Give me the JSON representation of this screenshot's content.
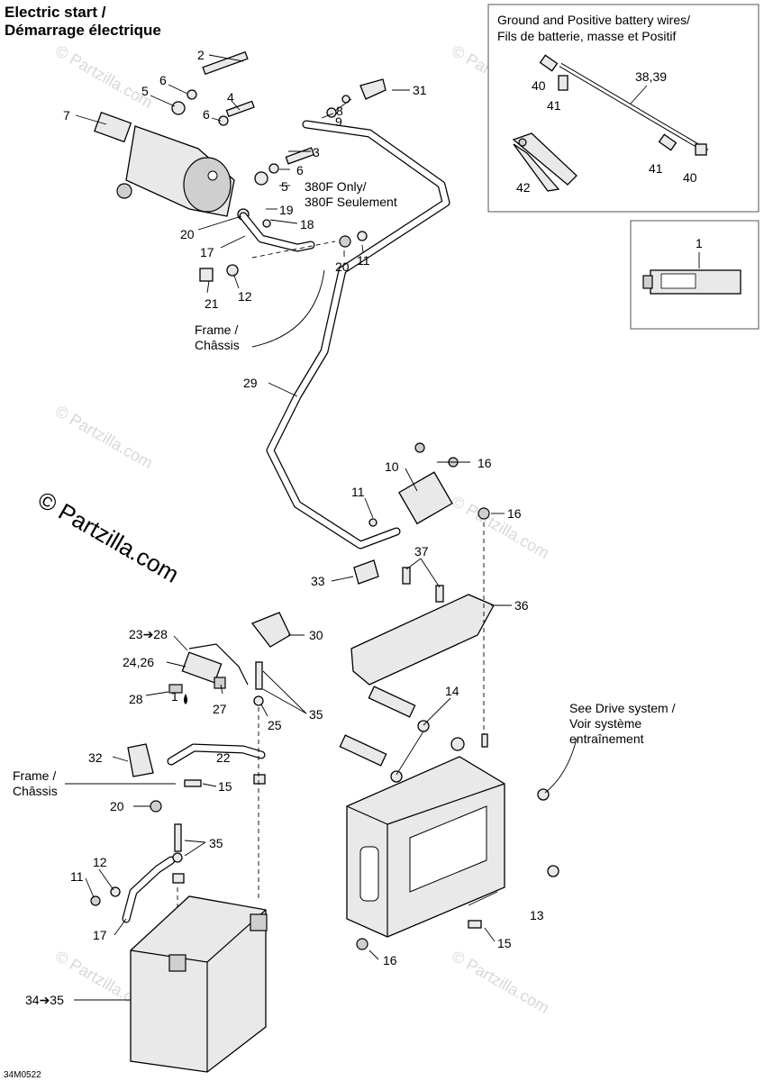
{
  "title_en": "Electric start /",
  "title_fr": "Démarrage électrique",
  "inset_title_en": "Ground and Positive battery wires/",
  "inset_title_fr": "Fils de batterie, masse et Positif",
  "frame_label_en": "Frame /",
  "frame_label_fr": "Châssis",
  "note_380f_en": "380F Only/",
  "note_380f_fr": "380F Seulement",
  "see_drive_1": "See Drive system /",
  "see_drive_2": "Voir système",
  "see_drive_3": "entraînement",
  "watermark_main": "© Partzilla.com",
  "watermark_small": "© Partzilla.com",
  "diagram_code": "34M0522",
  "callouts": {
    "c1": "1",
    "c2": "2",
    "c3": "3",
    "c4": "4",
    "c5a": "5",
    "c5b": "5",
    "c6a": "6",
    "c6b": "6",
    "c6c": "6",
    "c7": "7",
    "c8": "8",
    "c9": "9",
    "c10": "10",
    "c11a": "11",
    "c11b": "11",
    "c11c": "11",
    "c12a": "12",
    "c12b": "12",
    "c13": "13",
    "c14": "14",
    "c15a": "15",
    "c15b": "15",
    "c16a": "16",
    "c16b": "16",
    "c16c": "16",
    "c17a": "17",
    "c17b": "17",
    "c18": "18",
    "c19": "19",
    "c20a": "20",
    "c20b": "20",
    "c20c": "20",
    "c21": "21",
    "c22": "22",
    "c23": "23➔28",
    "c24": "24,26",
    "c25": "25",
    "c27": "27",
    "c28": "28",
    "c1b": "1",
    "c29": "29",
    "c30": "30",
    "c31": "31",
    "c32": "32",
    "c33": "33",
    "c34": "34➔35",
    "c35a": "35",
    "c35b": "35",
    "c36": "36",
    "c37": "37",
    "c3839": "38,39",
    "c40a": "40",
    "c40b": "40",
    "c41a": "41",
    "c41b": "41",
    "c42": "42"
  }
}
